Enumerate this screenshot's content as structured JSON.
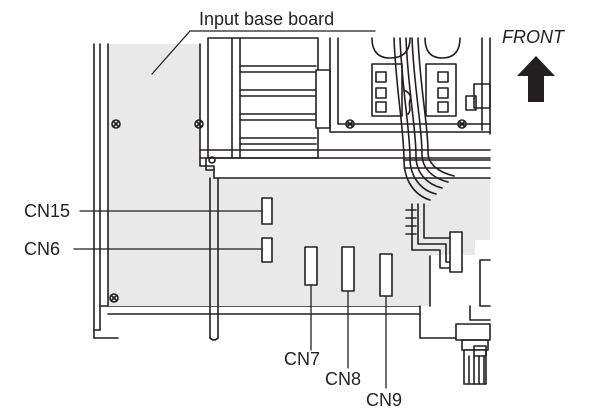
{
  "labels": {
    "input_base_board": "Input base board",
    "front": "FRONT",
    "cn15": "CN15",
    "cn6": "CN6",
    "cn7": "CN7",
    "cn8": "CN8",
    "cn9": "CN9"
  },
  "colors": {
    "line": "#231f20",
    "panel_shade": "#e9e9e9",
    "background": "#ffffff"
  }
}
